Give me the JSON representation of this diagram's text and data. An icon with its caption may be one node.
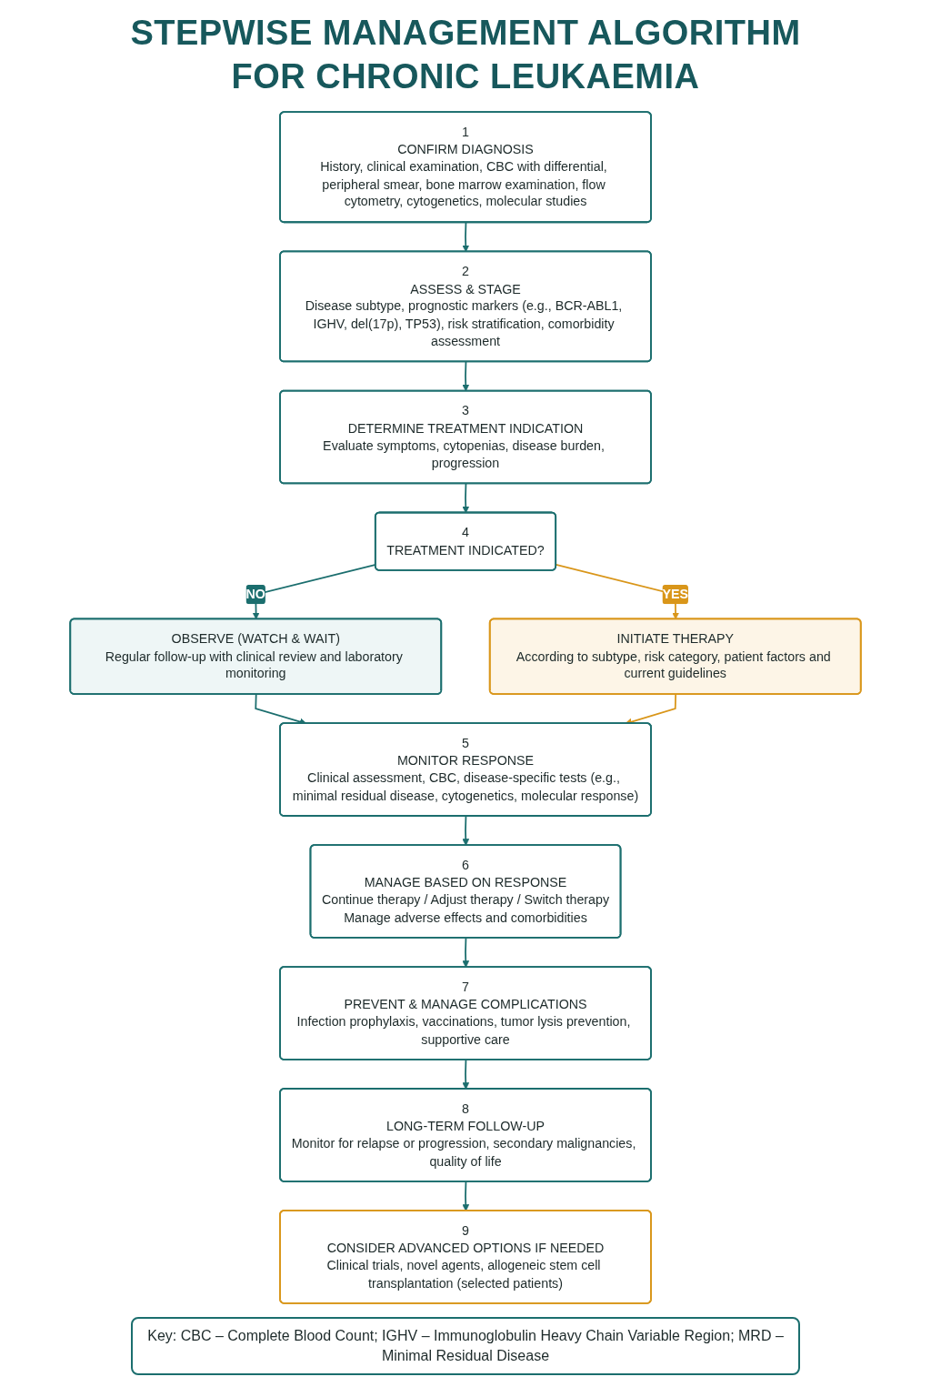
{
  "diagram": {
    "title": "STEPWISE MANAGEMENT ALGORITHM FOR CHRONIC LEUKAEMIA",
    "nodes": [
      {
        "text": [
          "1",
          "CONFIRM DIAGNOSIS",
          "History, clinical examination, CBC with differential, peripheral smear, bone marrow examination, flow cytometry, cytogenetics, molecular studies"
        ]
      },
      {
        "text": [
          "2",
          "ASSESS & STAGE",
          "Disease subtype, prognostic markers (e.g., BCR-ABL1, IGHV, del(17p), TP53), risk stratification, comorbidity assessment"
        ]
      },
      {
        "text": [
          "3",
          "DETERMINE TREATMENT INDICATION",
          "Evaluate symptoms, cytopenias, disease burden, progression"
        ]
      },
      {
        "text": [
          "4",
          "TREATMENT INDICATED?"
        ]
      },
      {
        "text": [
          "OBSERVE (WATCH & WAIT)",
          "Regular follow-up with clinical review and laboratory monitoring"
        ]
      },
      {
        "text": [
          "INITIATE THERAPY",
          "According to subtype, risk category, patient factors and current guidelines"
        ]
      },
      {
        "text": [
          "5",
          "MONITOR RESPONSE",
          "Clinical assessment, CBC, disease-specific tests (e.g., minimal residual disease, cytogenetics, molecular response)"
        ]
      },
      {
        "text": [
          "6",
          "MANAGE BASED ON RESPONSE",
          "Continue therapy / Adjust therapy / Switch therapy",
          "Manage adverse effects and comorbidities"
        ]
      },
      {
        "text": [
          "7",
          "PREVENT & MANAGE COMPLICATIONS",
          "Infection prophylaxis, vaccinations, tumor lysis prevention, supportive care"
        ]
      },
      {
        "text": [
          "8",
          "LONG-TERM FOLLOW-UP",
          "Monitor for relapse or progression, secondary malignancies, quality of life"
        ]
      },
      {
        "text": [
          "9",
          "CONSIDER ADVANCED OPTIONS IF NEEDED",
          "Clinical trials, novel agents, allogeneic stem cell transplantation (selected patients)"
        ]
      }
    ],
    "edges": [
      {
        "from": 0,
        "to": 1,
        "arrow": "to"
      },
      {
        "from": 1,
        "to": 2,
        "arrow": "to"
      },
      {
        "from": 2,
        "to": 3,
        "arrow": "to"
      },
      {
        "from": 3,
        "to": 4,
        "arrow": "to",
        "label": "NO"
      },
      {
        "from": 3,
        "to": 5,
        "arrow": "to",
        "label": "YES",
        "color": "#d9961a"
      },
      {
        "from": 4,
        "to": 6,
        "arrow": "to"
      },
      {
        "from": 5,
        "to": 6,
        "arrow": "to",
        "color": "#d9961a"
      },
      {
        "from": 6,
        "to": 7,
        "arrow": "to"
      },
      {
        "from": 7,
        "to": 8,
        "arrow": "to"
      },
      {
        "from": 8,
        "to": 9,
        "arrow": "to"
      },
      {
        "from": 9,
        "to": 10,
        "arrow": "to"
      }
    ],
    "labels": [
      "Key: CBC – Complete Blood Count; IGHV – Immunoglobulin Heavy Chain Variable Region; MRD – Minimal Residual Disease"
    ]
  }
}
